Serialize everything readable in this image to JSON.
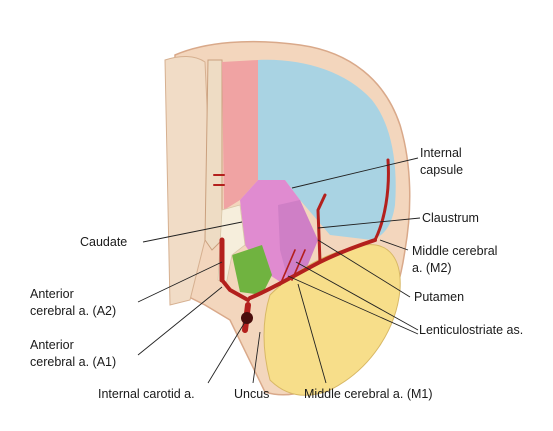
{
  "labels": {
    "internal_capsule": [
      "Internal",
      "capsule"
    ],
    "claustrum": "Claustrum",
    "caudate": "Caudate",
    "middle_cerebral_m2": [
      "Middle cerebral",
      "a. (M2)"
    ],
    "anterior_cerebral_a2": [
      "Anterior",
      "cerebral a. (A2)"
    ],
    "putamen": "Putamen",
    "lenticulostriate": "Lenticulostriate as.",
    "anterior_cerebral_a1": [
      "Anterior",
      "cerebral a. (A1)"
    ],
    "internal_carotid": "Internal carotid a.",
    "uncus": "Uncus",
    "middle_cerebral_m1": "Middle cerebral a. (M1)"
  },
  "colors": {
    "aca_territory": "#f0a3a3",
    "mca_territory": "#a9d3e3",
    "internal_capsule": "#e08bd0",
    "caudate": "#70b340",
    "temporal_lobe": "#f7de8a",
    "artery": "#b3201d",
    "cortex_rim": "#f3d6bd",
    "midline": "#eedcc4"
  }
}
